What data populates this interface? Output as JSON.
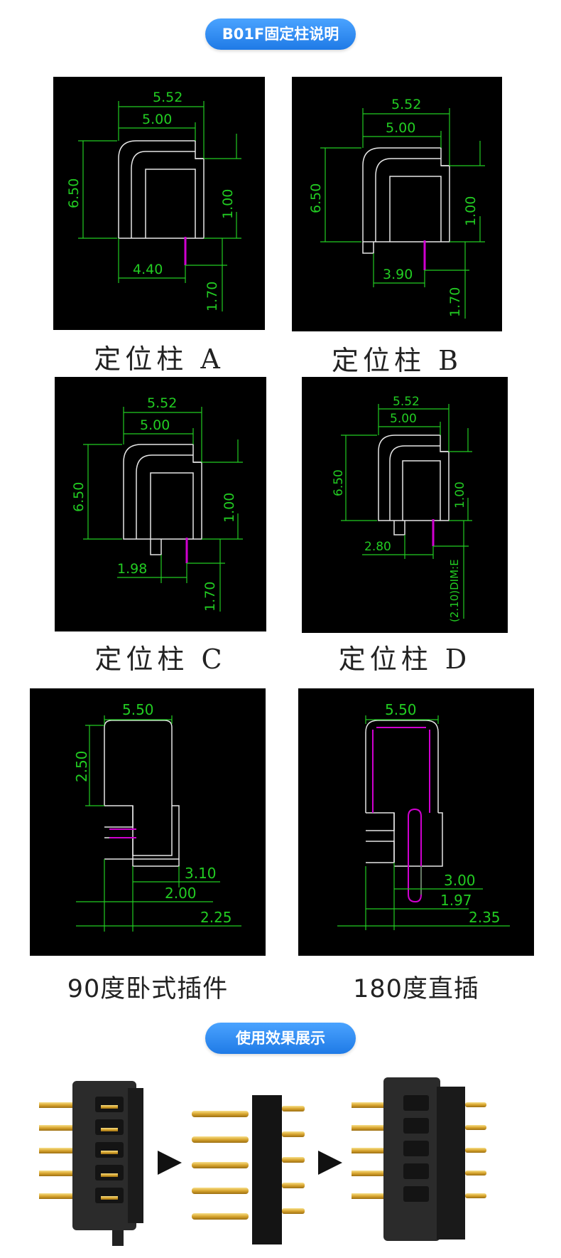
{
  "header_section1": "B01F固定柱说明",
  "header_section2": "使用效果展示",
  "panels": {
    "a": {
      "caption": "定位柱 A",
      "dims": [
        "5.52",
        "5.00",
        "6.50",
        "1.00",
        "4.40",
        "1.70"
      ]
    },
    "b": {
      "caption": "定位柱 B",
      "dims": [
        "5.52",
        "5.00",
        "6.50",
        "1.00",
        "3.90",
        "1.70"
      ]
    },
    "c": {
      "caption": "定位柱 C",
      "dims": [
        "5.52",
        "5.00",
        "6.50",
        "1.00",
        "1.98",
        "1.70"
      ]
    },
    "d": {
      "caption": "定位柱 D",
      "dims": [
        "5.52",
        "5.00",
        "6.50",
        "1.00",
        "2.80",
        "(2.10)DIM:E"
      ]
    },
    "e": {
      "caption": "90度卧式插件",
      "dims": [
        "5.50",
        "2.50",
        "3.10",
        "2.00",
        "2.25"
      ]
    },
    "f": {
      "caption": "180度直插",
      "dims": [
        "5.50",
        "3.00",
        "1.97",
        "2.35"
      ]
    }
  },
  "colors": {
    "accent": "#2a86f0",
    "dim_green": "#22cc22",
    "outline": "#e6e6e6",
    "pin_magenta": "#d000d0"
  },
  "icons": {
    "arrow": "right-triangle-icon"
  }
}
